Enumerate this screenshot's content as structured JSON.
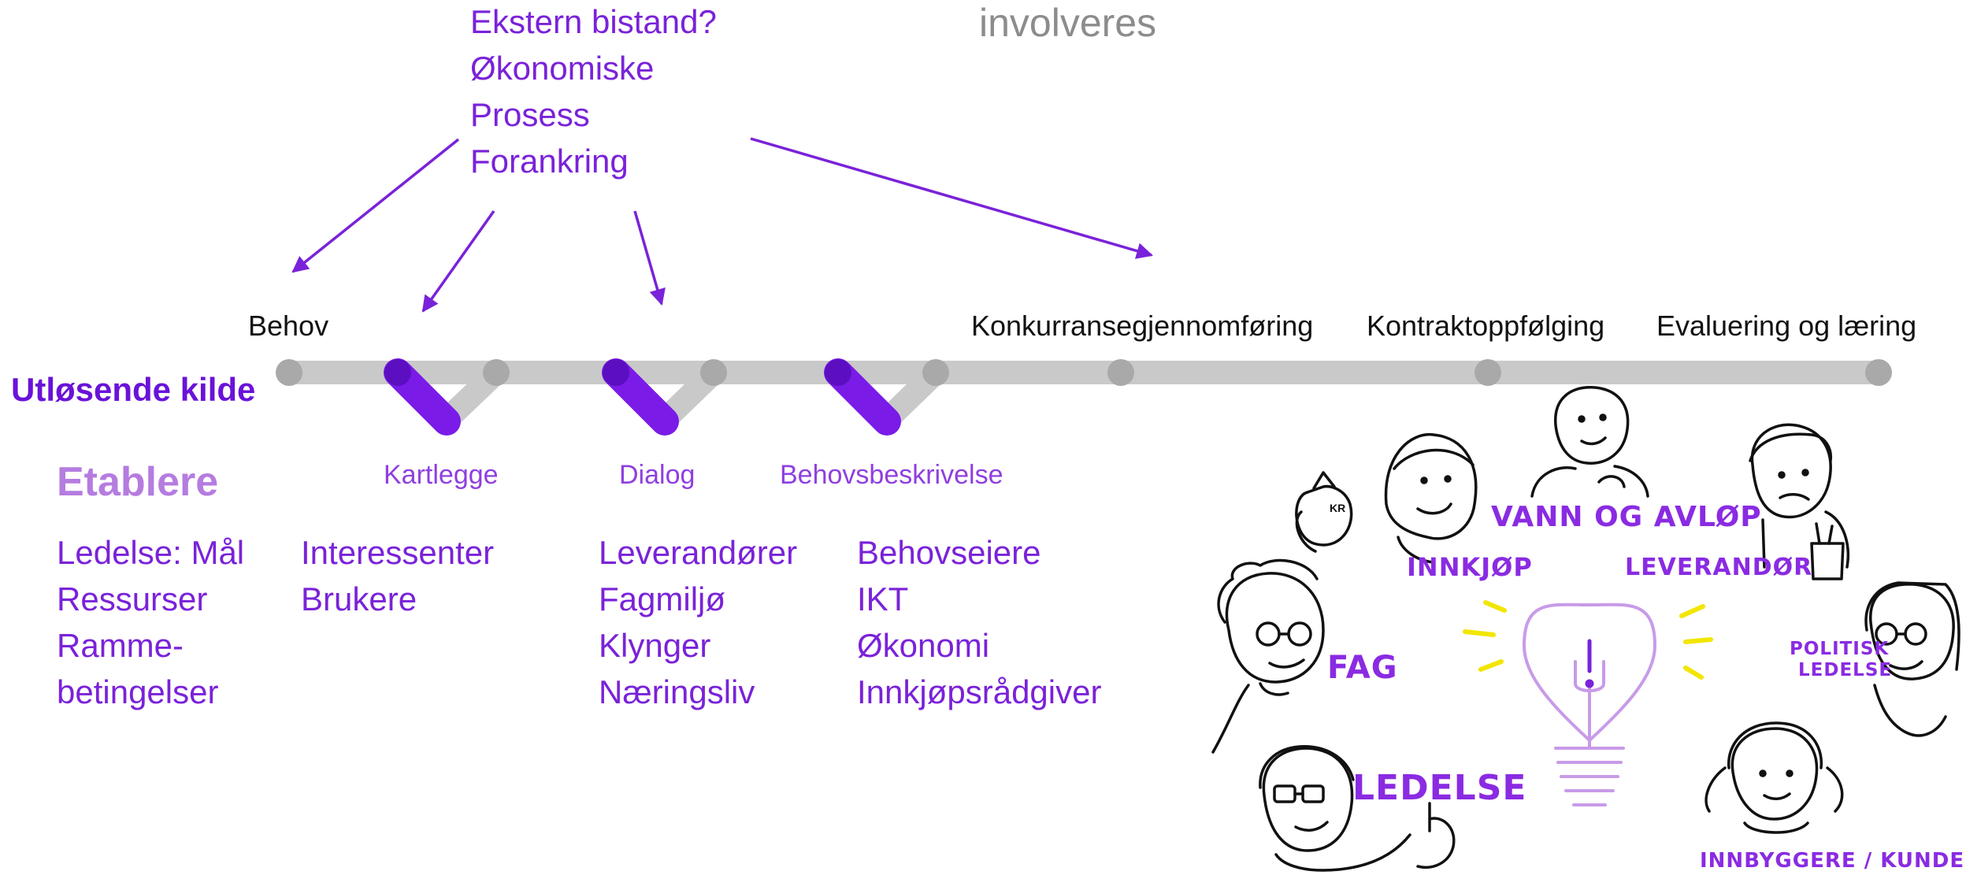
{
  "header": {
    "partial_title": "involveres"
  },
  "questions": [
    "Ekstern bistand?",
    "Økonomiske",
    "Prosess",
    "Forankring"
  ],
  "trigger_label": "Utløsende kilde",
  "main_stages": [
    "Behov",
    "Konkurransegjennomføring",
    "Kontraktoppfølging",
    "Evaluering og læring"
  ],
  "sub_stages": [
    "Kartlegge",
    "Dialog",
    "Behovsbeskrivelse"
  ],
  "establish": {
    "heading": "Etablere",
    "items": [
      "Ledelse: Mål",
      "Ressurser",
      "Ramme-",
      "betingelser"
    ]
  },
  "kartlegge_items": [
    "Interessenter",
    "Brukere"
  ],
  "dialog_items": [
    "Leverandører",
    "Fagmiljø",
    "Klynger",
    "Næringsliv"
  ],
  "behovsbeskrivelse_items": [
    "Behovseiere",
    "IKT",
    "Økonomi",
    "Innkjøpsrådgiver"
  ],
  "illustration": {
    "labels": {
      "vann": "VANN OG AVLØP",
      "innkjop": "INNKJØP",
      "leverandor": "LEVERANDØR",
      "fag": "FAG",
      "politisk_1": "POLITISK",
      "politisk_2": "LEDELSE",
      "ledelse": "LEDELSE",
      "innbyggere": "INNBYGGERE / KUNDER",
      "bag": "KR"
    }
  },
  "colors": {
    "purple": "#7a22d9",
    "timeline_grey": "#c9c9c9",
    "node_grey": "#a9a9a9",
    "bulb_purple": "#c89be8",
    "spark_yellow": "#f2e600",
    "header_grey": "#8c8c8c"
  }
}
